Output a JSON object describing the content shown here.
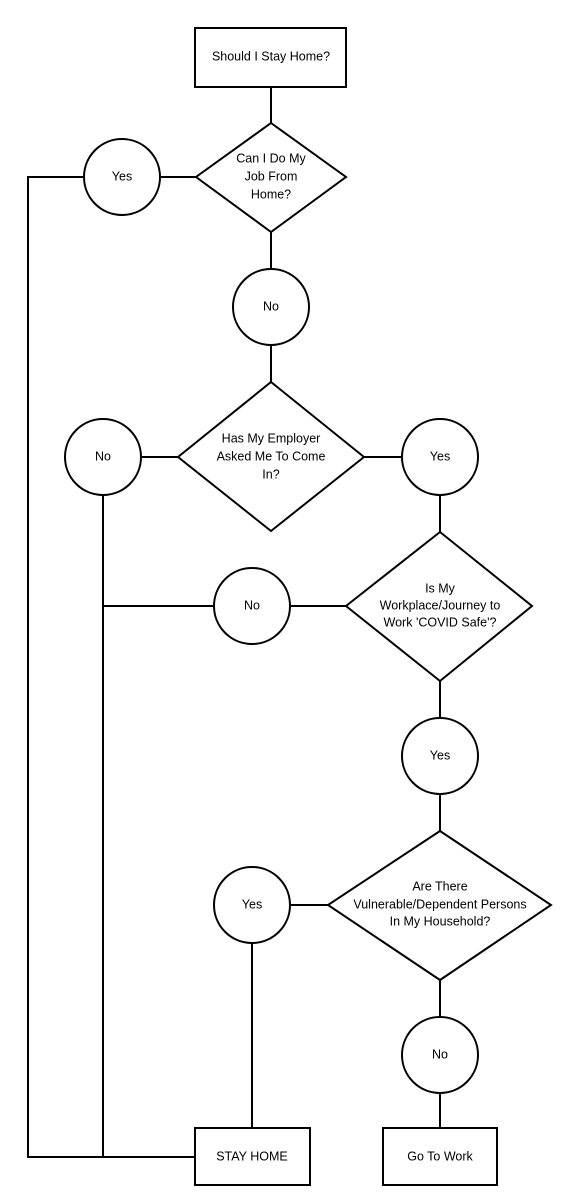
{
  "nodes": {
    "start": {
      "lines": [
        "Should I Stay Home?"
      ]
    },
    "q1": {
      "lines": [
        "Can I Do My",
        "Job From",
        "Home?"
      ]
    },
    "q1_yes": {
      "lines": [
        "Yes"
      ]
    },
    "q1_no": {
      "lines": [
        "No"
      ]
    },
    "q2": {
      "lines": [
        "Has My Employer",
        "Asked Me To Come",
        "In?"
      ]
    },
    "q2_no": {
      "lines": [
        "No"
      ]
    },
    "q2_yes": {
      "lines": [
        "Yes"
      ]
    },
    "q3": {
      "lines": [
        "Is My",
        "Workplace/Journey to",
        "Work 'COVID Safe'?"
      ]
    },
    "q3_no": {
      "lines": [
        "No"
      ]
    },
    "q3_yes": {
      "lines": [
        "Yes"
      ]
    },
    "q4": {
      "lines": [
        "Are There",
        "Vulnerable/Dependent Persons",
        "In My Household?"
      ]
    },
    "q4_yes": {
      "lines": [
        "Yes"
      ]
    },
    "q4_no": {
      "lines": [
        "No"
      ]
    },
    "stay_home": {
      "lines": [
        "STAY HOME"
      ]
    },
    "go_to_work": {
      "lines": [
        "Go To Work"
      ]
    }
  }
}
